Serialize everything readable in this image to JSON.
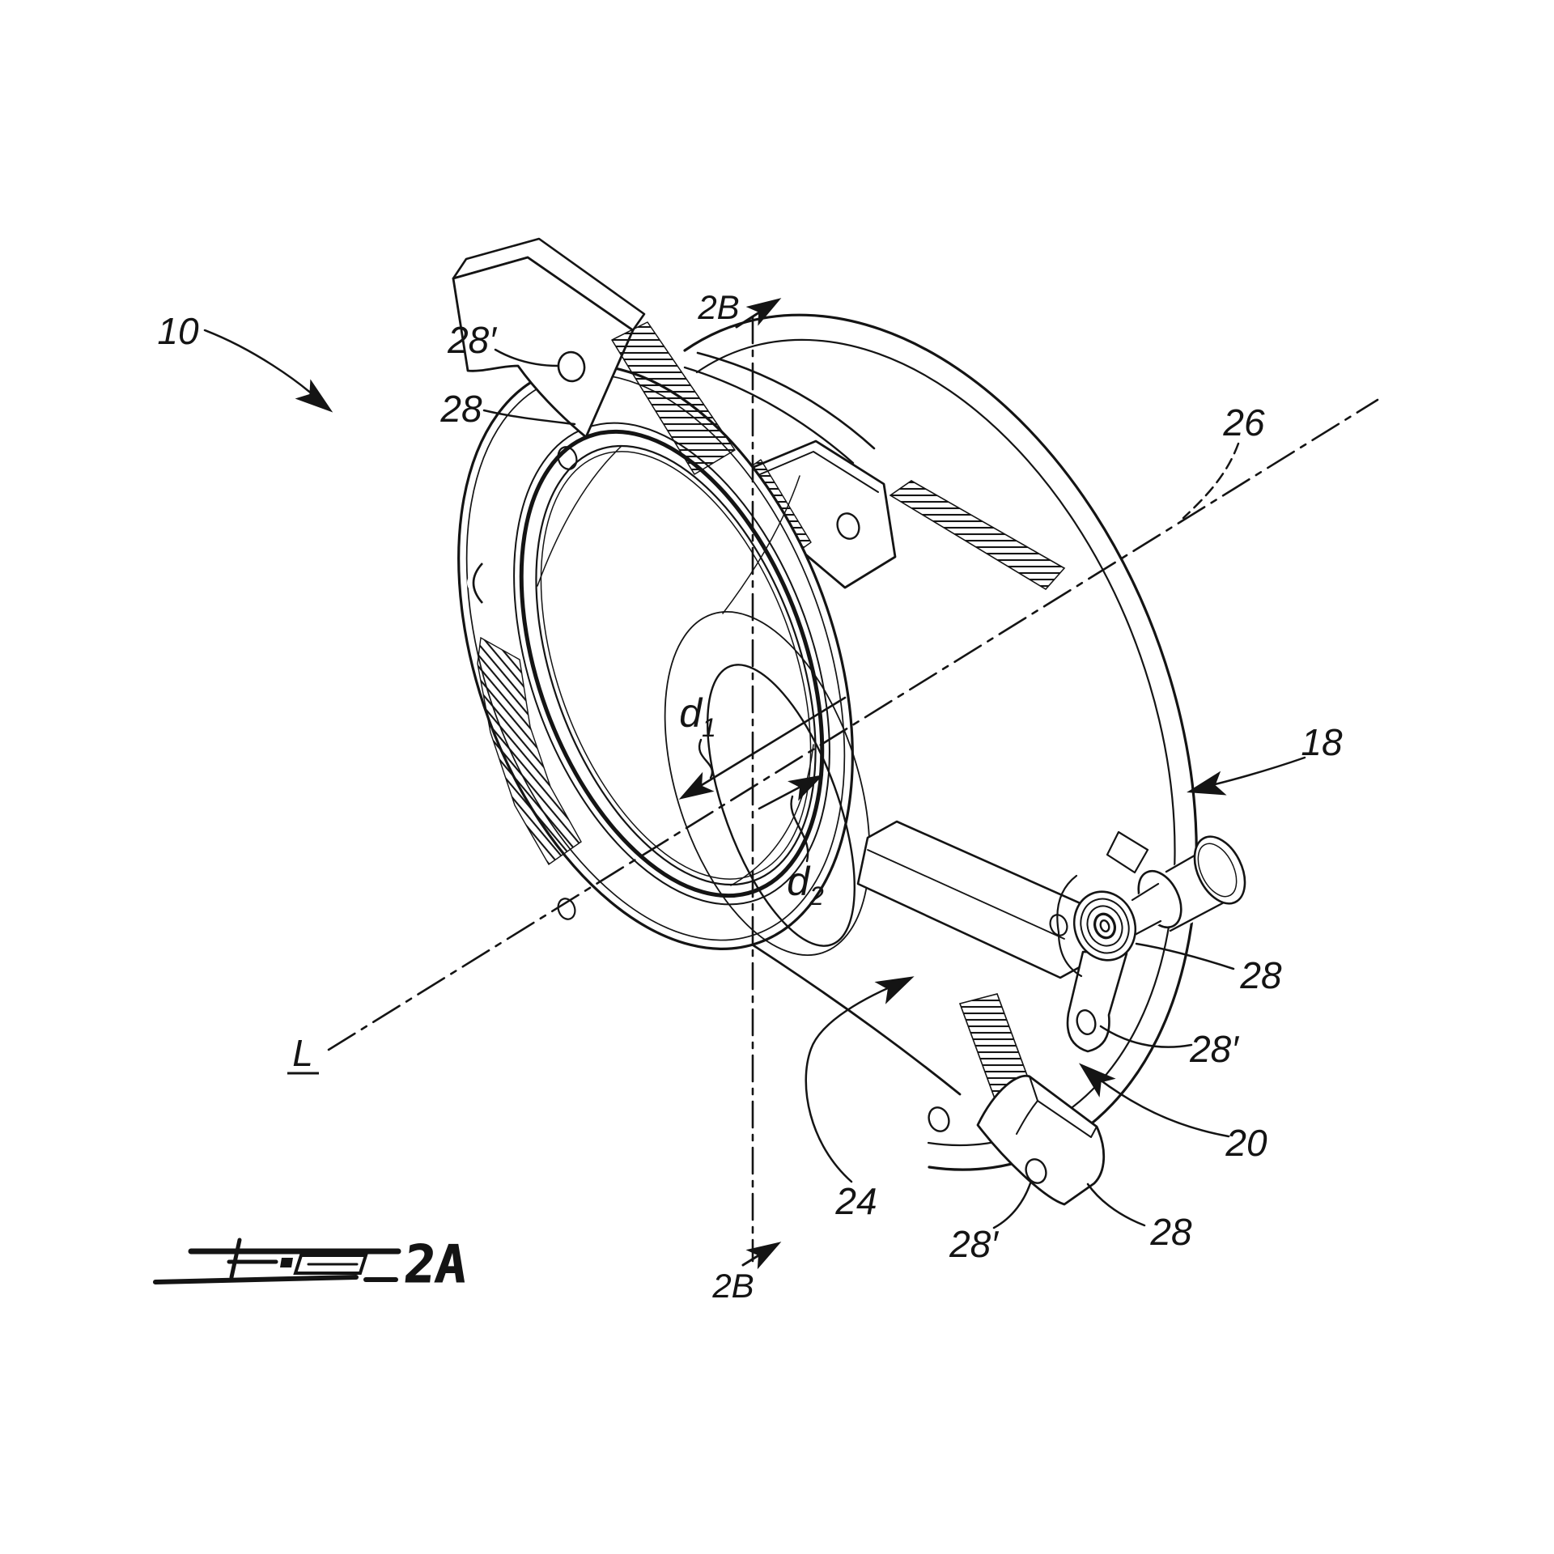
{
  "figure": {
    "caption": "FIG. 2A",
    "caption_number": "2A",
    "kind": "patent line drawing, isometric view of lens clamp housing"
  },
  "callouts": {
    "assembly": "10",
    "housing": "18",
    "clamp": "20",
    "lens": "24",
    "optical_axis": "26",
    "longitudinal_axis": "L",
    "section_line_top": "2B",
    "section_line_bottom": "2B",
    "fastener_top": "28",
    "fastener_hole_top": "28′",
    "fastener_right": "28",
    "fastener_hole_right": "28′",
    "fastener_bottom": "28",
    "fastener_hole_bottom": "28′",
    "diameter_1": {
      "base": "d",
      "sub": "1"
    },
    "diameter_2": {
      "base": "d",
      "sub": "2"
    }
  },
  "colors": {
    "ink": "#141414",
    "paper": "#ffffff"
  }
}
